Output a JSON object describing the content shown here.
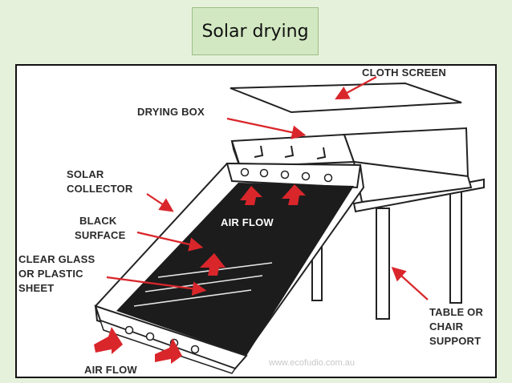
{
  "slide": {
    "title": "Solar drying"
  },
  "diagram": {
    "labels": {
      "cloth_screen": "CLOTH SCREEN",
      "drying_box": "DRYING BOX",
      "solar_collector_line1": "SOLAR",
      "solar_collector_line2": "COLLECTOR",
      "black_surface_line1": "BLACK",
      "black_surface_line2": "SURFACE",
      "clear_glass_line1": "CLEAR GLASS",
      "clear_glass_line2": "OR PLASTIC",
      "clear_glass_line3": "SHEET",
      "air_flow_inner": "AIR FLOW",
      "air_flow_bottom": "AIR FLOW",
      "table_support_line1": "TABLE OR",
      "table_support_line2": "CHAIR",
      "table_support_line3": "SUPPORT"
    },
    "watermark": "www.ecofudio.com.au",
    "colors": {
      "arrow": "#d9262b",
      "collector_surface": "#1c1c1c",
      "outline": "#222222"
    }
  }
}
